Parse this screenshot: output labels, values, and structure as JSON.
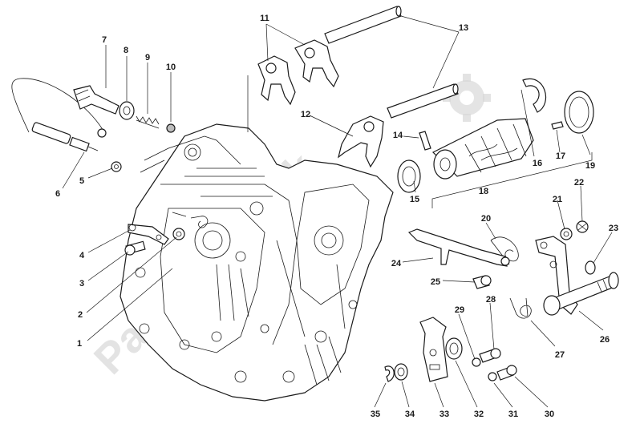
{
  "watermark": {
    "text": "PartsRepublik",
    "color": "#d8d8d8"
  },
  "callouts": [
    "1",
    "2",
    "3",
    "4",
    "5",
    "6",
    "7",
    "8",
    "9",
    "10",
    "11",
    "12",
    "13",
    "14",
    "15",
    "16",
    "17",
    "18",
    "19",
    "20",
    "21",
    "22",
    "23",
    "24",
    "25",
    "26",
    "27",
    "28",
    "29",
    "30",
    "31",
    "32",
    "33",
    "34",
    "35"
  ],
  "colors": {
    "line": "#1a1a1a",
    "background": "#ffffff"
  }
}
